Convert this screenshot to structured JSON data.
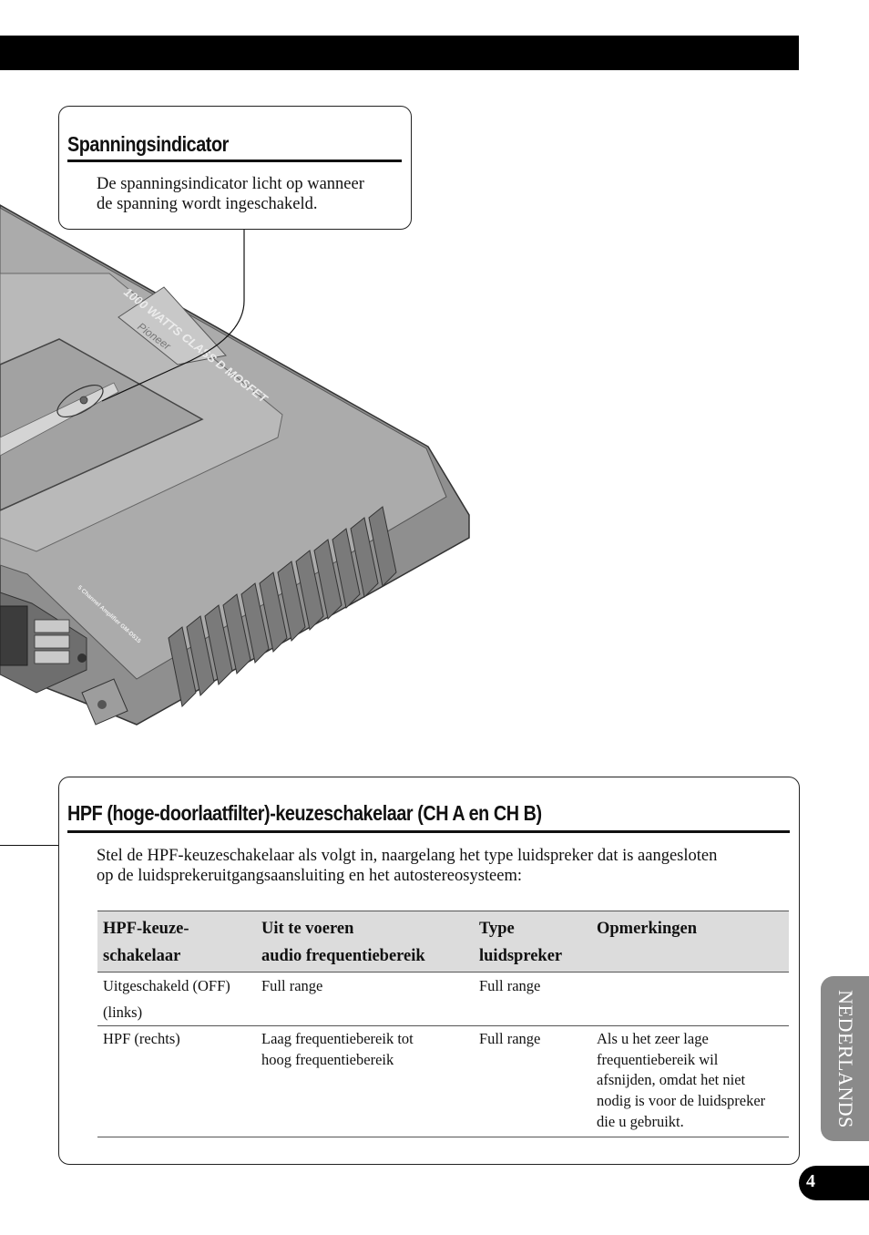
{
  "section1": {
    "heading": "Spanningsindicator",
    "body_line1": "De spanningsindicator licht op wanneer",
    "body_line2": "de spanning wordt ingeschakeld."
  },
  "amplifier": {
    "label_top": "1000 WATTS CLASS D MOSFET",
    "label_side": "5 Channel Amplifier GM-D515",
    "logo": "Pioneer",
    "colors": {
      "body": "#9a9a9a",
      "top": "#b0b0b0",
      "dark": "#555555"
    }
  },
  "section2": {
    "heading": "HPF (hoge-doorlaatfilter)-keuzeschakelaar (CH A en CH B)",
    "body_line1": "Stel de HPF-keuzeschakelaar als volgt in, naargelang het type luidspreker dat is aangesloten",
    "body_line2": "op de luidsprekeruitgangsaansluiting en het autostereosysteem:",
    "table": {
      "headers": [
        [
          "HPF-keuze-",
          "schakelaar"
        ],
        [
          "Uit te voeren",
          "audio frequentiebereik"
        ],
        [
          "Type",
          "luidspreker"
        ],
        [
          "Opmerkingen",
          ""
        ]
      ],
      "rows": [
        {
          "switch": [
            "Uitgeschakeld (OFF)",
            "(links)"
          ],
          "range": [
            "Full range",
            ""
          ],
          "type": "Full range",
          "notes": [
            "",
            "",
            "",
            "",
            ""
          ]
        },
        {
          "switch": [
            "HPF (rechts)",
            ""
          ],
          "range": [
            "Laag frequentiebereik tot",
            "hoog frequentiebereik"
          ],
          "type": "Full range",
          "notes": [
            "Als u het zeer lage",
            "frequentiebereik wil",
            "afsnijden, omdat het niet",
            "nodig is voor de luidspreker",
            "die u gebruikt."
          ]
        }
      ]
    }
  },
  "side_tab": {
    "label": "NEDERLANDS"
  },
  "page_number": "4"
}
